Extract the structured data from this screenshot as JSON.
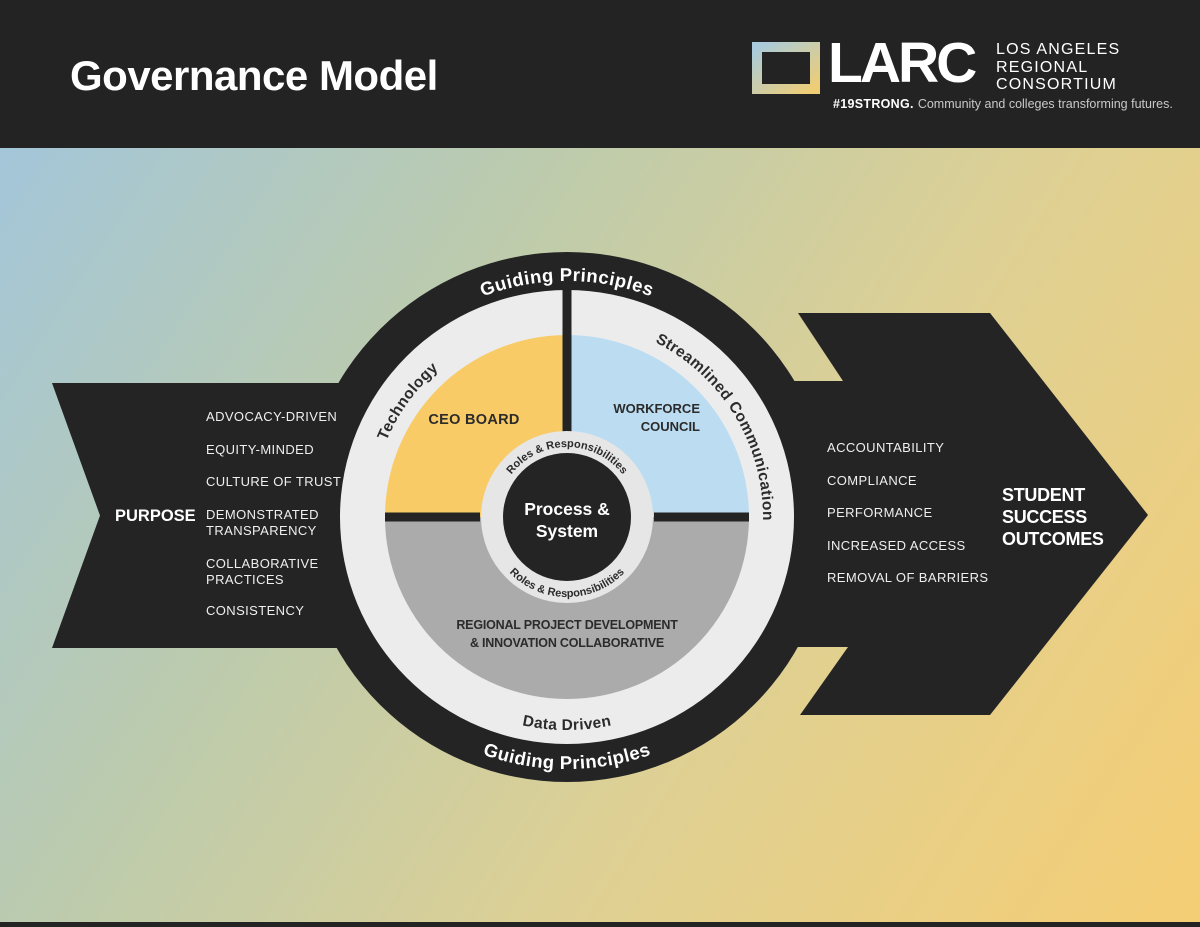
{
  "header": {
    "title": "Governance Model",
    "logo": {
      "wordmark": "LARC",
      "org_lines": [
        "LOS ANGELES",
        "REGIONAL",
        "CONSORTIUM"
      ],
      "tagline_strong": "#19STRONG.",
      "tagline_rest": "Community and colleges transforming futures."
    }
  },
  "purpose_arrow": {
    "label": "PURPOSE",
    "items": [
      [
        "ADVOCACY-DRIVEN"
      ],
      [
        "EQUITY-MINDED"
      ],
      [
        "CULTURE OF TRUST"
      ],
      [
        "DEMONSTRATED",
        "TRANSPARENCY"
      ],
      [
        "COLLABORATIVE",
        "PRACTICES"
      ],
      [
        "CONSISTENCY"
      ]
    ]
  },
  "outcomes_arrow": {
    "label_lines": [
      "STUDENT",
      "SUCCESS",
      "OUTCOMES"
    ],
    "items": [
      "ACCOUNTABILITY",
      "COMPLIANCE",
      "PERFORMANCE",
      "INCREASED ACCESS",
      "REMOVAL OF BARRIERS"
    ]
  },
  "circle": {
    "guiding_top": "Guiding Principles",
    "guiding_bottom": "Guiding Principles",
    "technology": "Technology",
    "streamlined": "Streamlined Communication",
    "data_driven": "Data Driven",
    "roles_top": "Roles & Responsibilities",
    "roles_bottom": "Roles & Responsibilities",
    "ceo_board": "CEO BOARD",
    "workforce_lines": [
      "WORKFORCE",
      "COUNCIL"
    ],
    "regional_lines": [
      "REGIONAL PROJECT DEVELOPMENT",
      "& INNOVATION COLLABORATIVE"
    ],
    "center_lines": [
      "Process &",
      "System"
    ]
  },
  "colors": {
    "black": "#242424",
    "yellow": "#F8CB67",
    "blue": "#BCDDF1",
    "gray": "#ABABAB",
    "light_ring": "#ECECEC",
    "center_disc": "#E6E6E6",
    "bg_start": "#A3C6D9",
    "bg_mid1": "#BCCBAD",
    "bg_mid2": "#DED094",
    "bg_end": "#F5CE74"
  }
}
